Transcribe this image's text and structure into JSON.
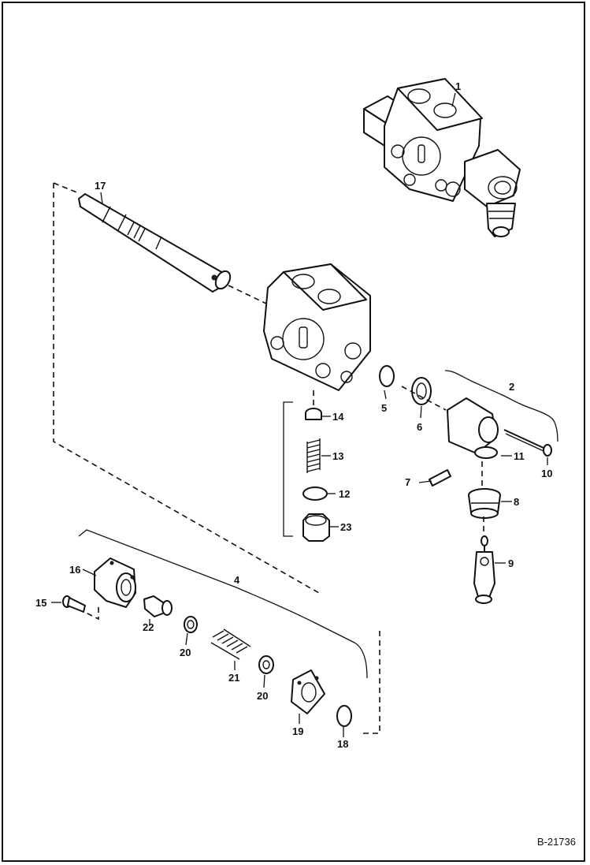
{
  "figure": {
    "reference": "B-21736"
  },
  "callouts": {
    "c1": "1",
    "c2": "2",
    "c4": "4",
    "c5": "5",
    "c6": "6",
    "c7": "7",
    "c8": "8",
    "c9": "9",
    "c10": "10",
    "c11": "11",
    "c12": "12",
    "c13": "13",
    "c14": "14",
    "c15": "15",
    "c16": "16",
    "c17": "17",
    "c18": "18",
    "c19": "19",
    "c20a": "20",
    "c20b": "20",
    "c21": "21",
    "c22": "22",
    "c23": "23"
  },
  "colors": {
    "line": "#111111",
    "background": "#ffffff"
  }
}
